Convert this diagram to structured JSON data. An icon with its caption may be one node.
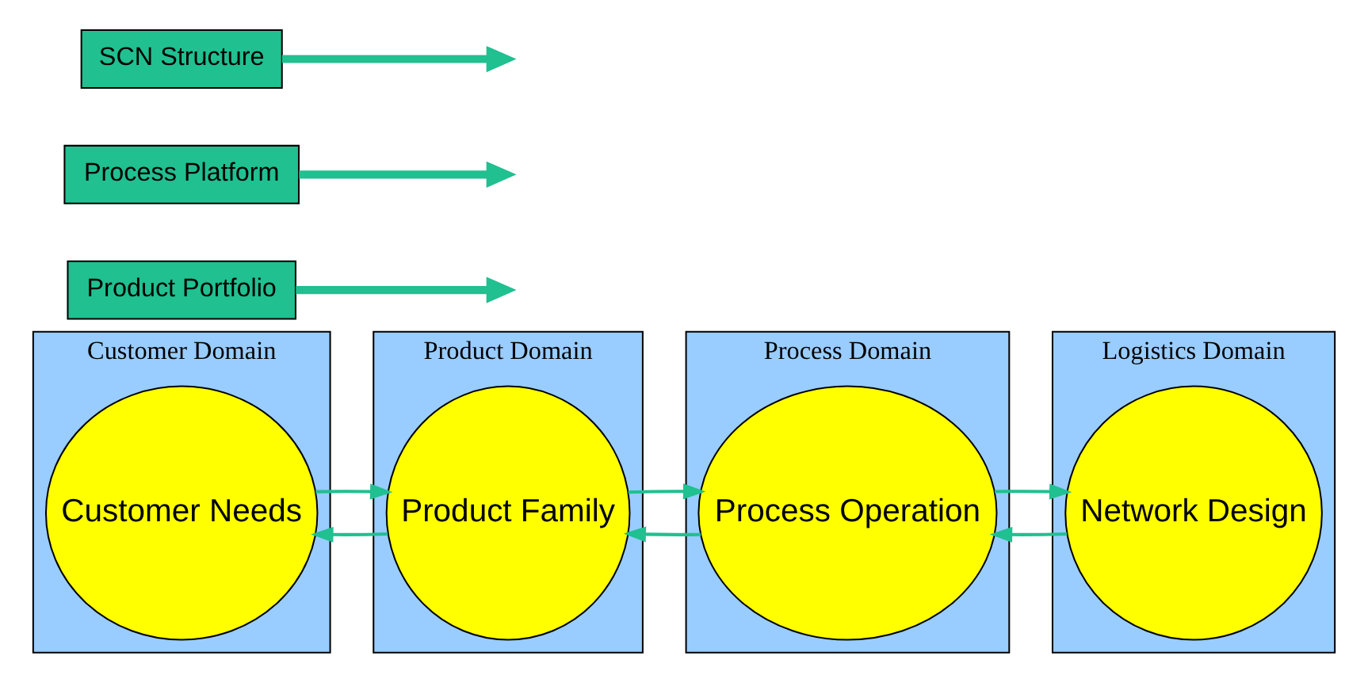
{
  "diagram": {
    "nodes": [
      {
        "text": [
          "Customer Domain"
        ]
      },
      {
        "text": [
          "Customer Needs"
        ],
        "in": 0
      },
      {
        "text": [
          "Product Domain"
        ]
      },
      {
        "text": [
          "Product Family"
        ],
        "in": 2
      },
      {
        "text": [
          "Process Domain"
        ]
      },
      {
        "text": [
          "Process Operation"
        ],
        "in": 4
      },
      {
        "text": [
          "Logistics Domain"
        ]
      },
      {
        "text": [
          "Network Design"
        ],
        "in": 6
      },
      {
        "text": [
          "Product Portfolio"
        ]
      },
      {
        "text": [
          "Process Platform"
        ]
      },
      {
        "text": [
          "SCN Structure"
        ]
      }
    ],
    "edges": [
      {
        "from": 1,
        "to": 3,
        "arrow": "to",
        "color": "#20c090"
      },
      {
        "from": 3,
        "to": 1,
        "arrow": "to",
        "color": "#20c090"
      },
      {
        "from": 3,
        "to": 5,
        "arrow": "to",
        "color": "#20c090"
      },
      {
        "from": 5,
        "to": 3,
        "arrow": "to",
        "color": "#20c090"
      },
      {
        "from": 5,
        "to": 7,
        "arrow": "to",
        "color": "#20c090"
      },
      {
        "from": 7,
        "to": 5,
        "arrow": "to",
        "color": "#20c090"
      },
      {
        "from": 8,
        "to": null,
        "arrow": "to",
        "style": "thick",
        "color": "#20c090"
      },
      {
        "from": 9,
        "to": null,
        "arrow": "to",
        "style": "thick",
        "color": "#20c090"
      },
      {
        "from": 10,
        "to": null,
        "arrow": "to",
        "style": "thick",
        "color": "#20c090"
      }
    ]
  }
}
